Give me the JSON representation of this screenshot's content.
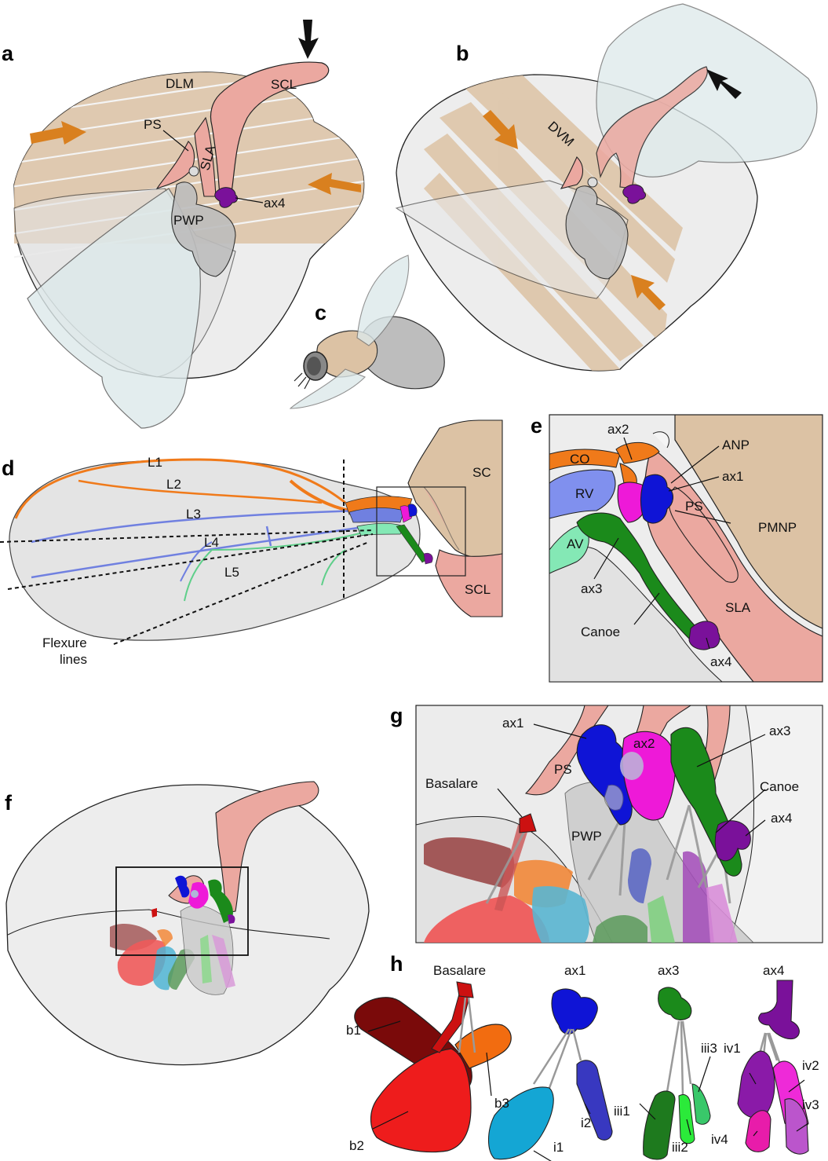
{
  "panels": {
    "a": "a",
    "b": "b",
    "c": "c",
    "d": "d",
    "e": "e",
    "f": "f",
    "g": "g",
    "h": "h"
  },
  "panel_a": {
    "dlm": "DLM",
    "scl": "SCL",
    "ps": "PS",
    "sla": "SLA",
    "ax4": "ax4",
    "pwp": "PWP"
  },
  "panel_b": {
    "dvm": "DVM"
  },
  "panel_d": {
    "l1": "L1",
    "l2": "L2",
    "l3": "L3",
    "l4": "L4",
    "l5": "L5",
    "sc": "SC",
    "scl": "SCL",
    "flexure_1": "Flexure",
    "flexure_2": "lines"
  },
  "panel_e": {
    "co": "CO",
    "ax2": "ax2",
    "anp": "ANP",
    "ax1": "ax1",
    "rv": "RV",
    "ps": "PS",
    "pmnp": "PMNP",
    "av": "AV",
    "ax3": "ax3",
    "canoe": "Canoe",
    "sla": "SLA",
    "ax4": "ax4"
  },
  "panel_g": {
    "ax1": "ax1",
    "ax2": "ax2",
    "ax3": "ax3",
    "ps": "PS",
    "basalare": "Basalare",
    "canoe": "Canoe",
    "ax4": "ax4",
    "pwp": "PWP"
  },
  "panel_h": {
    "basalare": "Basalare",
    "ax1": "ax1",
    "ax3": "ax3",
    "ax4": "ax4",
    "b1": "b1",
    "b2": "b2",
    "b3": "b3",
    "i1": "i1",
    "i2": "i2",
    "iii1": "iii1",
    "iii2": "iii2",
    "iii3": "iii3",
    "iv1": "iv1",
    "iv2": "iv2",
    "iv3": "iv3",
    "iv4": "iv4"
  },
  "colors": {
    "thorax": "#ededed",
    "wing": "#dde9ea",
    "muscle": "#dcc2a4",
    "sclerite": "#eba8a0",
    "pwp": "#bdbdbd",
    "ax4": "#7a119a",
    "ax1": "#0f14d6",
    "ax2": "#ee19d8",
    "ax3": "#1b8a1b",
    "co": "#f07a1a",
    "rv": "#8090ee",
    "av": "#84e8b5",
    "b1": "#7a0a0a",
    "b2": "#ee1c1c",
    "b3": "#f26c10",
    "i1": "#14a6d4",
    "i2": "#3838c0",
    "iii1": "#1e7a1e",
    "iii2": "#2bea3a",
    "iii3": "#39c86a",
    "iv1": "#8a1aa8",
    "iv2": "#ee2ad8",
    "iv3": "#bb55cc",
    "iv4": "#e81caa",
    "arrow_orange": "#d9801f"
  }
}
